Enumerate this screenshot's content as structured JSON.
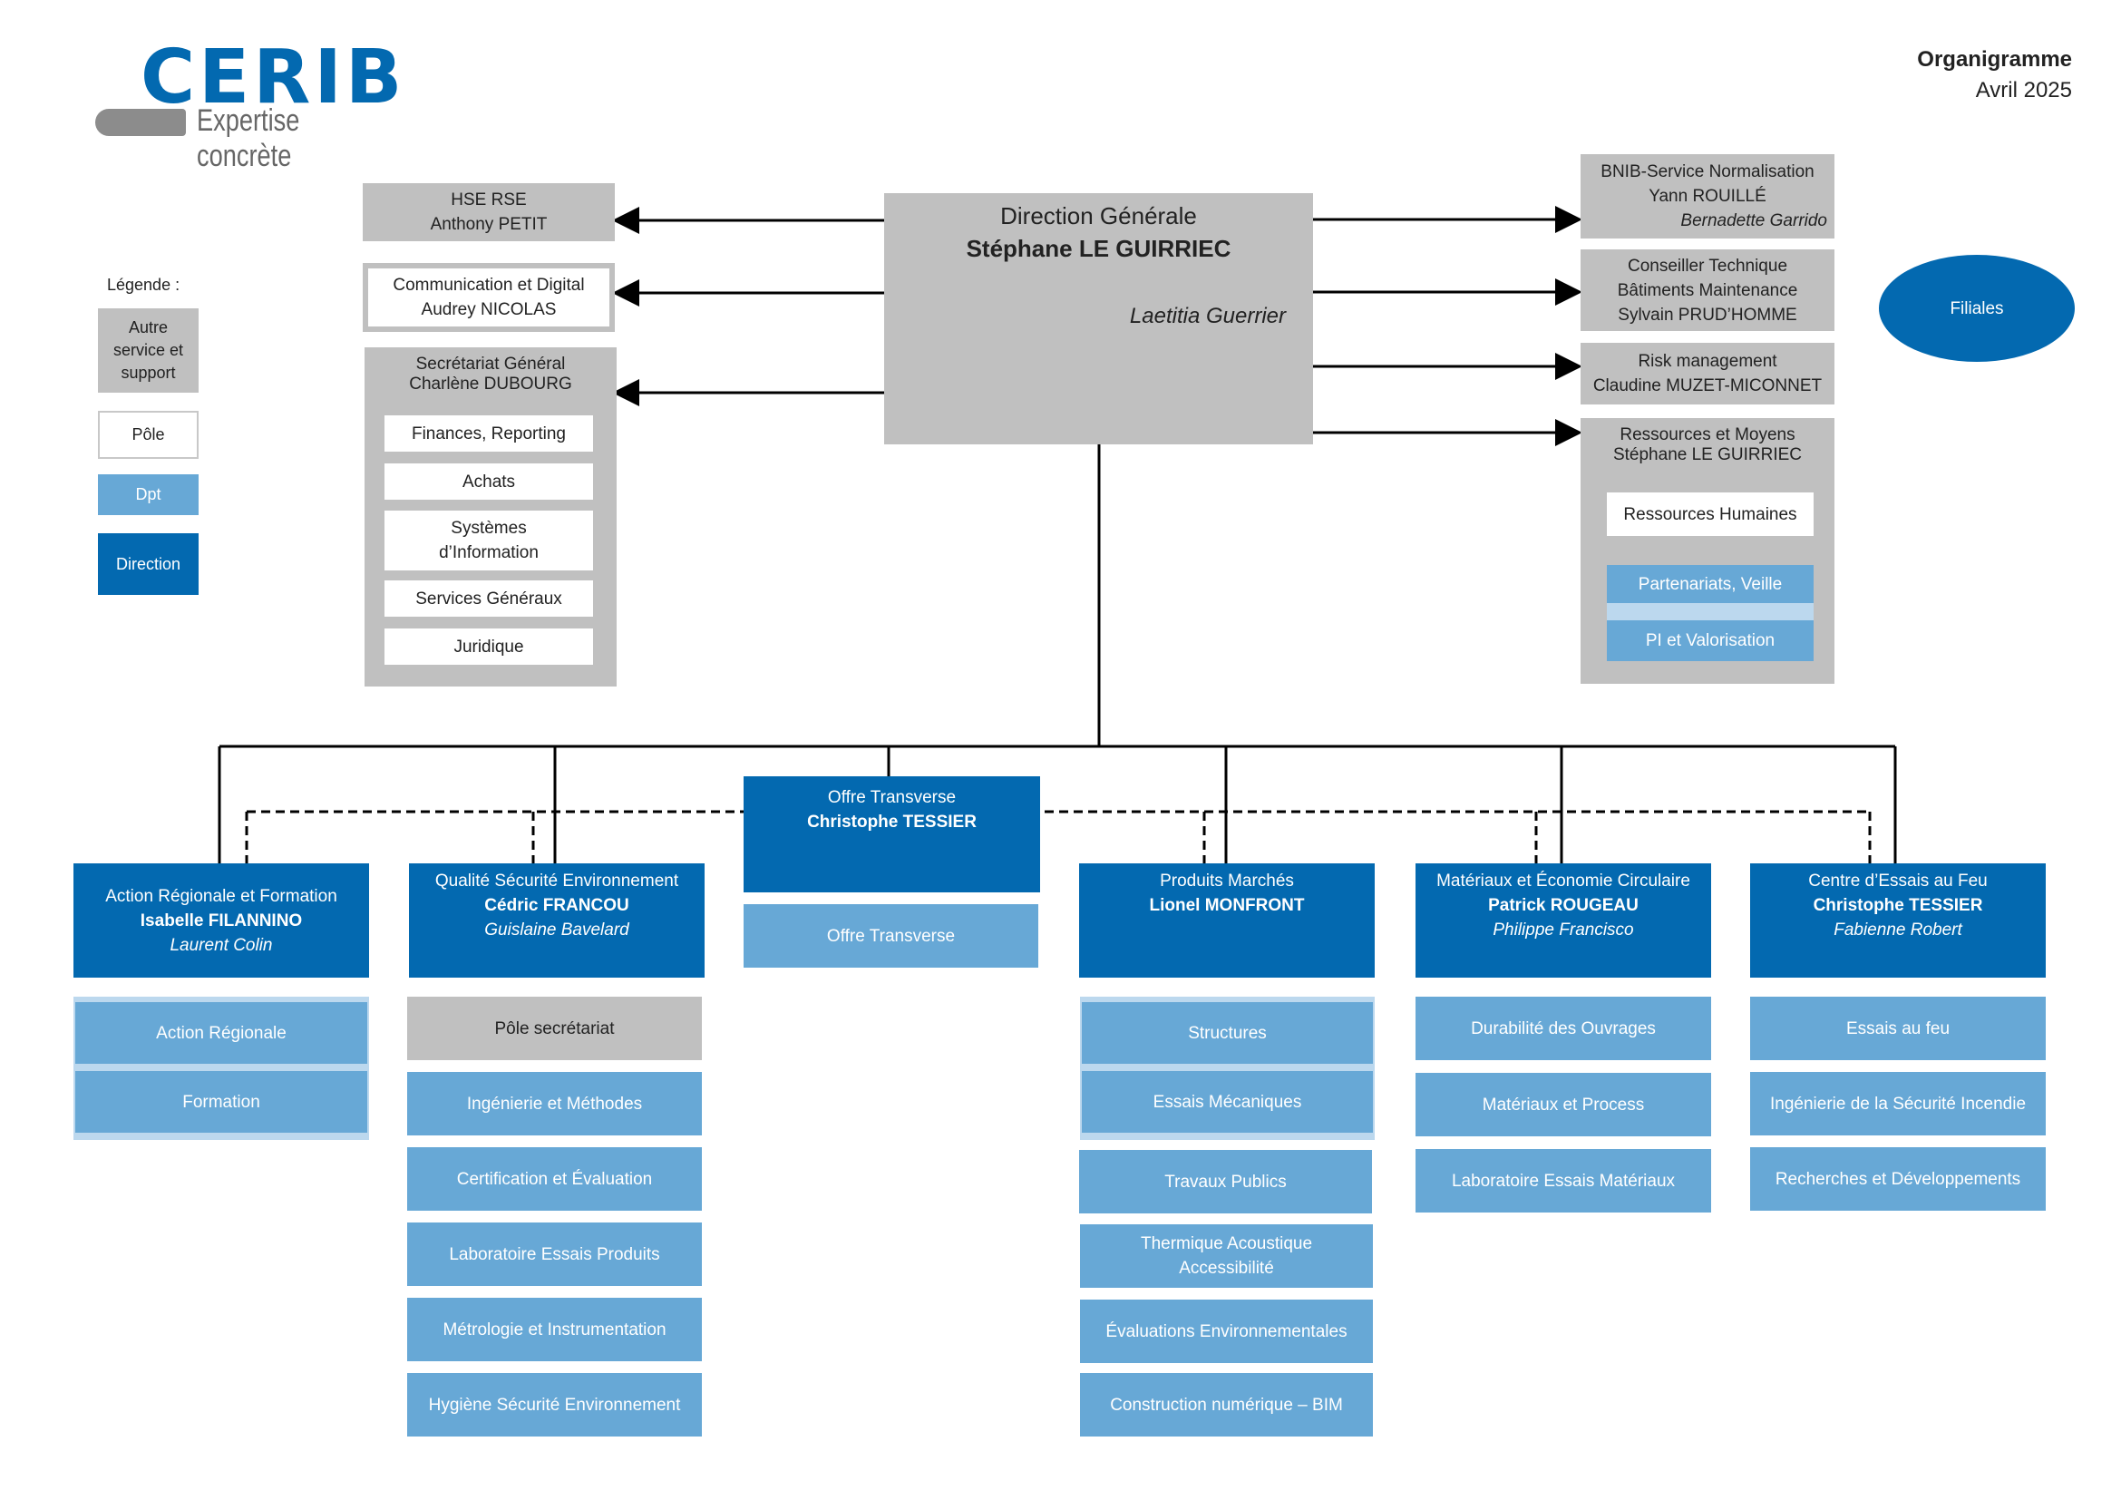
{
  "logo": {
    "brand": "CERIB",
    "tagline": "Expertise concrète"
  },
  "header": {
    "title": "Organigramme",
    "date": "Avril 2025"
  },
  "legend": {
    "title": "Légende :",
    "items": [
      {
        "label": "Autre service et support"
      },
      {
        "label": "Pôle"
      },
      {
        "label": "Dpt"
      },
      {
        "label": "Direction"
      }
    ]
  },
  "direction_generale": {
    "title": "Direction Générale",
    "name": "Stéphane LE GUIRRIEC",
    "assistant": "Laetitia Guerrier"
  },
  "filiales": "Filiales",
  "left_services": {
    "hse": {
      "title": "HSE RSE",
      "name": "Anthony PETIT"
    },
    "communication": {
      "title": "Communication et Digital",
      "name": "Audrey NICOLAS"
    },
    "secretariat": {
      "title": "Secrétariat Général",
      "name": "Charlène DUBOURG",
      "items": [
        "Finances, Reporting",
        "Achats",
        "Systèmes d’Information",
        "Services Généraux",
        "Juridique"
      ]
    }
  },
  "right_services": {
    "bnib": {
      "title": "BNIB-Service Normalisation",
      "name": "Yann ROUILLÉ",
      "assistant": "Bernadette Garrido"
    },
    "conseiller": {
      "title": "Conseiller Technique",
      "subtitle": "Bâtiments Maintenance",
      "name": "Sylvain PRUD’HOMME"
    },
    "risk": {
      "title": "Risk management",
      "name": "Claudine MUZET-MICONNET"
    },
    "ressources": {
      "title": "Ressources et Moyens",
      "name": "Stéphane LE GUIRRIEC",
      "pole": "Ressources Humaines",
      "dpts": [
        "Partenariats, Veille",
        "PI et Valorisation"
      ]
    }
  },
  "directions": [
    {
      "title": "Action Régionale et Formation",
      "name": "Isabelle FILANNINO",
      "assistant": "Laurent Colin",
      "children": [
        {
          "label": "Action Régionale",
          "kind": "dpt"
        },
        {
          "label": "Formation",
          "kind": "dpt"
        }
      ]
    },
    {
      "title": "Qualité Sécurité Environnement",
      "name": "Cédric FRANCOU",
      "assistant": "Guislaine Bavelard",
      "children": [
        {
          "label": "Pôle secrétariat",
          "kind": "support"
        },
        {
          "label": "Ingénierie et Méthodes",
          "kind": "dpt"
        },
        {
          "label": "Certification et Évaluation",
          "kind": "dpt"
        },
        {
          "label": "Laboratoire Essais Produits",
          "kind": "dpt"
        },
        {
          "label": "Métrologie et Instrumentation",
          "kind": "dpt"
        },
        {
          "label": "Hygiène Sécurité Environnement",
          "kind": "dpt"
        }
      ]
    },
    {
      "title": "Offre Transverse",
      "name": "Christophe TESSIER",
      "assistant": "",
      "children": [
        {
          "label": "Offre Transverse",
          "kind": "dpt"
        }
      ]
    },
    {
      "title": "Produits Marchés",
      "name": "Lionel MONFRONT",
      "assistant": "",
      "children": [
        {
          "label": "Structures",
          "kind": "dpt"
        },
        {
          "label": "Essais Mécaniques",
          "kind": "dpt"
        },
        {
          "label": "Travaux Publics",
          "kind": "dpt"
        },
        {
          "label": "Thermique Acoustique Accessibilité",
          "kind": "dpt"
        },
        {
          "label": "Évaluations Environnementales",
          "kind": "dpt"
        },
        {
          "label": "Construction numérique – BIM",
          "kind": "dpt"
        }
      ]
    },
    {
      "title": "Matériaux et Économie Circulaire",
      "name": "Patrick ROUGEAU",
      "assistant": "Philippe Francisco",
      "children": [
        {
          "label": "Durabilité des Ouvrages",
          "kind": "dpt"
        },
        {
          "label": "Matériaux et Process",
          "kind": "dpt"
        },
        {
          "label": "Laboratoire Essais Matériaux",
          "kind": "dpt"
        }
      ]
    },
    {
      "title": "Centre d’Essais au Feu",
      "name": "Christophe TESSIER",
      "assistant": "Fabienne Robert",
      "children": [
        {
          "label": "Essais au feu",
          "kind": "dpt"
        },
        {
          "label": "Ingénierie de la Sécurité Incendie",
          "kind": "dpt"
        },
        {
          "label": "Recherches et Développements",
          "kind": "dpt"
        }
      ]
    }
  ],
  "colors": {
    "direction": "#0369b0",
    "dpt": "#67a8d6",
    "support": "#c0c0c0",
    "pole": "#ffffff",
    "logo_gray": "#8c8c8c"
  }
}
